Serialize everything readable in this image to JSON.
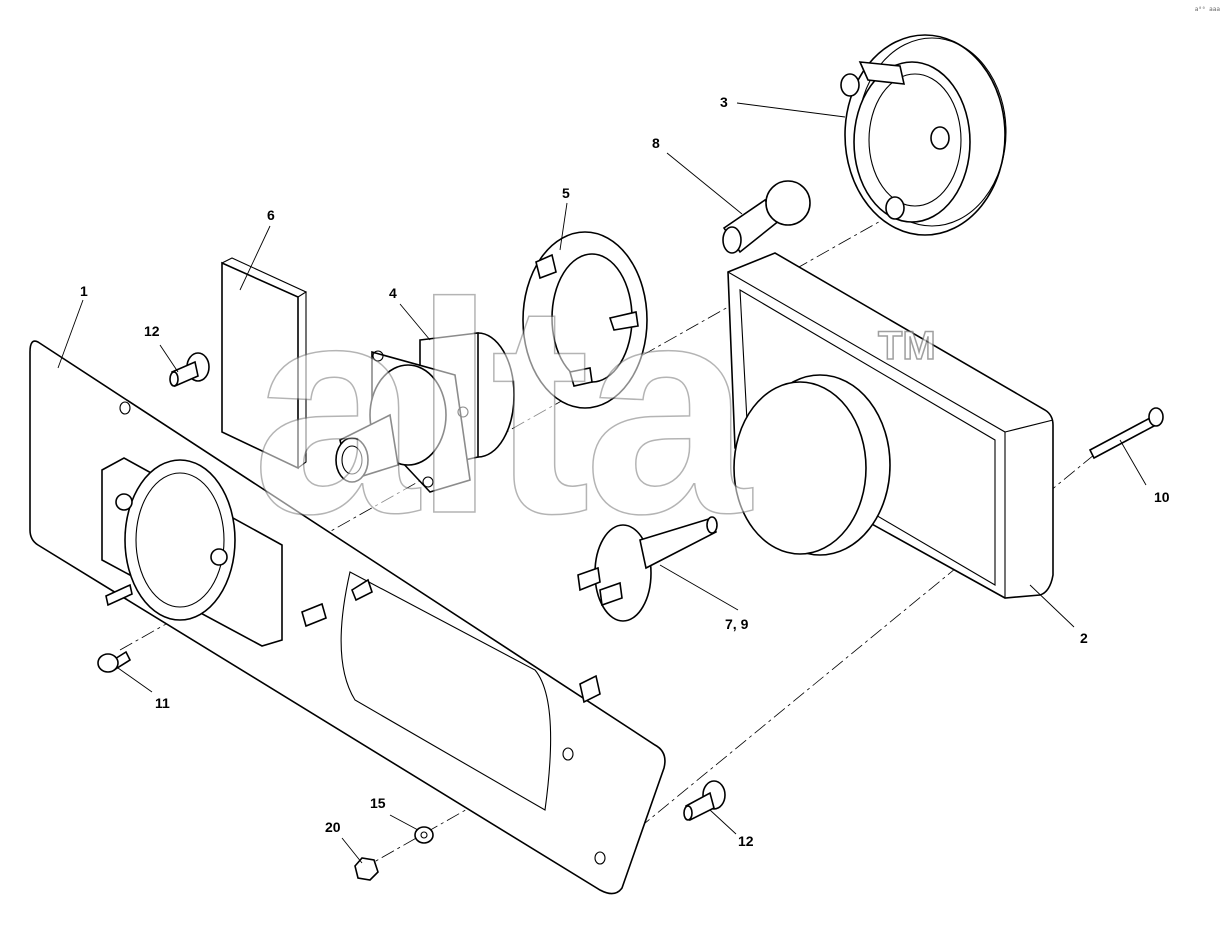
{
  "watermark": {
    "text": "alta",
    "tm": "TM"
  },
  "corner_code": "a⁰⁰ aaa",
  "callouts": [
    {
      "id": "c1",
      "label": "1"
    },
    {
      "id": "c2",
      "label": "2"
    },
    {
      "id": "c3",
      "label": "3"
    },
    {
      "id": "c4",
      "label": "4"
    },
    {
      "id": "c5",
      "label": "5"
    },
    {
      "id": "c6",
      "label": "6"
    },
    {
      "id": "c7",
      "label": "7, 9"
    },
    {
      "id": "c8",
      "label": "8"
    },
    {
      "id": "c10",
      "label": "10"
    },
    {
      "id": "c11",
      "label": "11"
    },
    {
      "id": "c12a",
      "label": "12"
    },
    {
      "id": "c12b",
      "label": "12"
    },
    {
      "id": "c15",
      "label": "15"
    },
    {
      "id": "c20",
      "label": "20"
    }
  ]
}
